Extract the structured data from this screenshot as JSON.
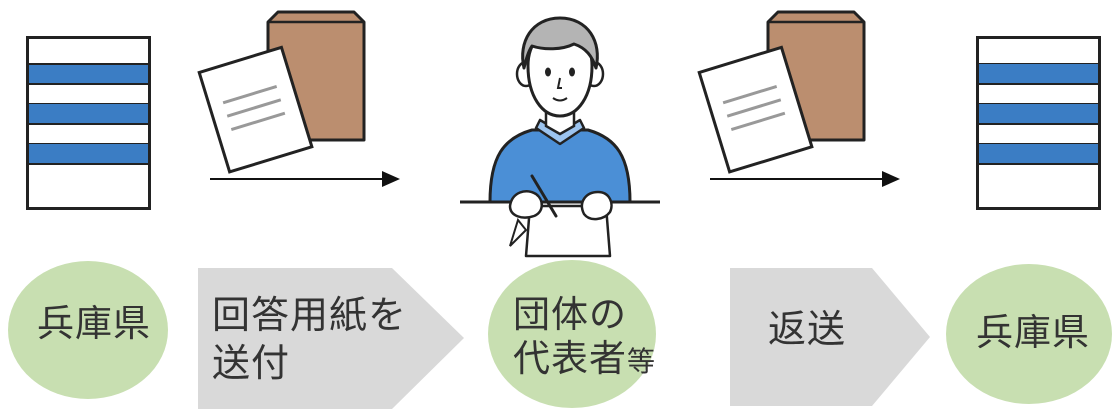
{
  "steps": {
    "start": {
      "label": "兵庫県"
    },
    "send": {
      "line1": "回答用紙を",
      "line2": "送付"
    },
    "org": {
      "line1": "団体の",
      "line2": "代表者",
      "suffix": "等"
    },
    "return": {
      "label": "返送"
    },
    "end": {
      "label": "兵庫県"
    }
  },
  "colors": {
    "circle_fill": "#c8dfb1",
    "chevron_fill": "#d9d9d9",
    "stripe_blue": "#3b7dc4",
    "envelope_brown": "#bb8e6f",
    "sweater_blue": "#4b8fd6",
    "text": "#333333"
  },
  "icons": [
    "striped-form-icon",
    "envelope-with-paper-icon",
    "right-arrow-icon",
    "person-writing-icon"
  ]
}
